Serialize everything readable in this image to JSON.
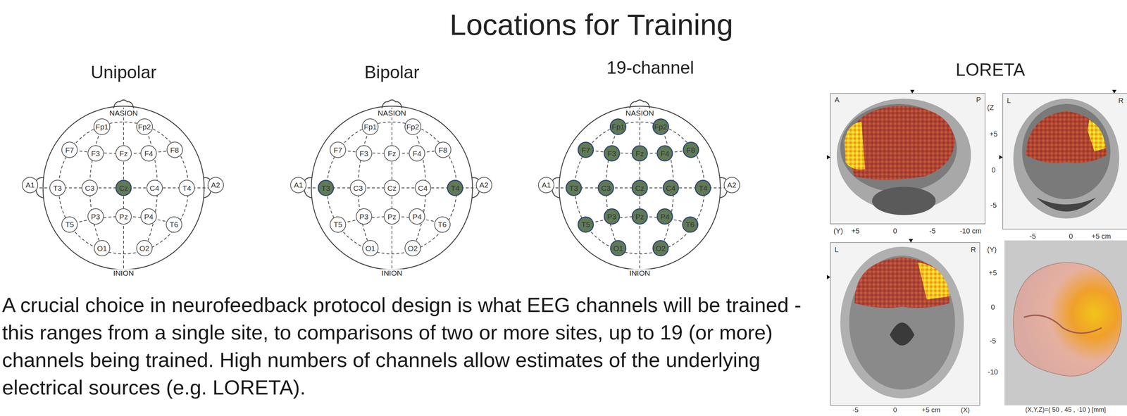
{
  "diagram": {
    "title": "Locations for Training",
    "caption": "A crucial choice in neurofeedback protocol design is what EEG channels will be trained - this ranges from a single site, to comparisons of two or more sites, up to 19 (or more) channels being trained. High numbers of channels allow estimates of the underlying electrical sources (e.g. LORETA).",
    "nodes": [
      {
        "text": [
          "Fp1"
        ]
      },
      {
        "text": [
          "Fp2"
        ]
      },
      {
        "text": [
          "F7"
        ]
      },
      {
        "text": [
          "F3"
        ]
      },
      {
        "text": [
          "Fz"
        ]
      },
      {
        "text": [
          "F4"
        ]
      },
      {
        "text": [
          "F8"
        ]
      },
      {
        "text": [
          "A1"
        ]
      },
      {
        "text": [
          "T3"
        ]
      },
      {
        "text": [
          "C3"
        ]
      },
      {
        "text": [
          "Cz"
        ]
      },
      {
        "text": [
          "C4"
        ]
      },
      {
        "text": [
          "T4"
        ]
      },
      {
        "text": [
          "A2"
        ]
      },
      {
        "text": [
          "T5"
        ]
      },
      {
        "text": [
          "P3"
        ]
      },
      {
        "text": [
          "Pz"
        ]
      },
      {
        "text": [
          "P4"
        ]
      },
      {
        "text": [
          "T6"
        ]
      },
      {
        "text": [
          "O1"
        ]
      },
      {
        "text": [
          "O2"
        ]
      },
      {
        "text": [
          "Fp1"
        ]
      },
      {
        "text": [
          "Fp2"
        ]
      },
      {
        "text": [
          "F7"
        ]
      },
      {
        "text": [
          "F3"
        ]
      },
      {
        "text": [
          "Fz"
        ]
      },
      {
        "text": [
          "F4"
        ]
      },
      {
        "text": [
          "F8"
        ]
      },
      {
        "text": [
          "A1"
        ]
      },
      {
        "text": [
          "T3"
        ]
      },
      {
        "text": [
          "C3"
        ]
      },
      {
        "text": [
          "Cz"
        ]
      },
      {
        "text": [
          "C4"
        ]
      },
      {
        "text": [
          "T4"
        ]
      },
      {
        "text": [
          "A2"
        ]
      },
      {
        "text": [
          "T5"
        ]
      },
      {
        "text": [
          "P3"
        ]
      },
      {
        "text": [
          "Pz"
        ]
      },
      {
        "text": [
          "P4"
        ]
      },
      {
        "text": [
          "T6"
        ]
      },
      {
        "text": [
          "O1"
        ]
      },
      {
        "text": [
          "O2"
        ]
      },
      {
        "text": [
          "Fp1"
        ]
      },
      {
        "text": [
          "Fp2"
        ]
      },
      {
        "text": [
          "F7"
        ]
      },
      {
        "text": [
          "F3"
        ]
      },
      {
        "text": [
          "Fz"
        ]
      },
      {
        "text": [
          "F4"
        ]
      },
      {
        "text": [
          "F8"
        ]
      },
      {
        "text": [
          "A1"
        ]
      },
      {
        "text": [
          "T3"
        ]
      },
      {
        "text": [
          "C3"
        ]
      },
      {
        "text": [
          "Cz"
        ]
      },
      {
        "text": [
          "C4"
        ]
      },
      {
        "text": [
          "T4"
        ]
      },
      {
        "text": [
          "A2"
        ]
      },
      {
        "text": [
          "T5"
        ]
      },
      {
        "text": [
          "P3"
        ]
      },
      {
        "text": [
          "Pz"
        ]
      },
      {
        "text": [
          "P4"
        ]
      },
      {
        "text": [
          "T6"
        ]
      },
      {
        "text": [
          "O1"
        ]
      },
      {
        "text": [
          "O2"
        ]
      }
    ],
    "labels": [
      "Unipolar",
      "Bipolar",
      "19-channel",
      "LORETA",
      "NASION",
      "INION",
      "NASION",
      "INION",
      "NASION",
      "INION",
      "A",
      "P",
      "(Z",
      "+5",
      "0",
      "-5",
      "(Y)",
      "+5",
      "0",
      "-5",
      "-10 cm",
      "L",
      "R",
      "-5",
      "0",
      "+5 cm",
      "L",
      "R",
      "(Y)",
      "+5",
      "0",
      "-5",
      "-10",
      "-5",
      "0",
      "+5 cm",
      "(X)",
      "(X,Y,Z)=( 50 , 45 , -10 ) [mm]"
    ]
  }
}
